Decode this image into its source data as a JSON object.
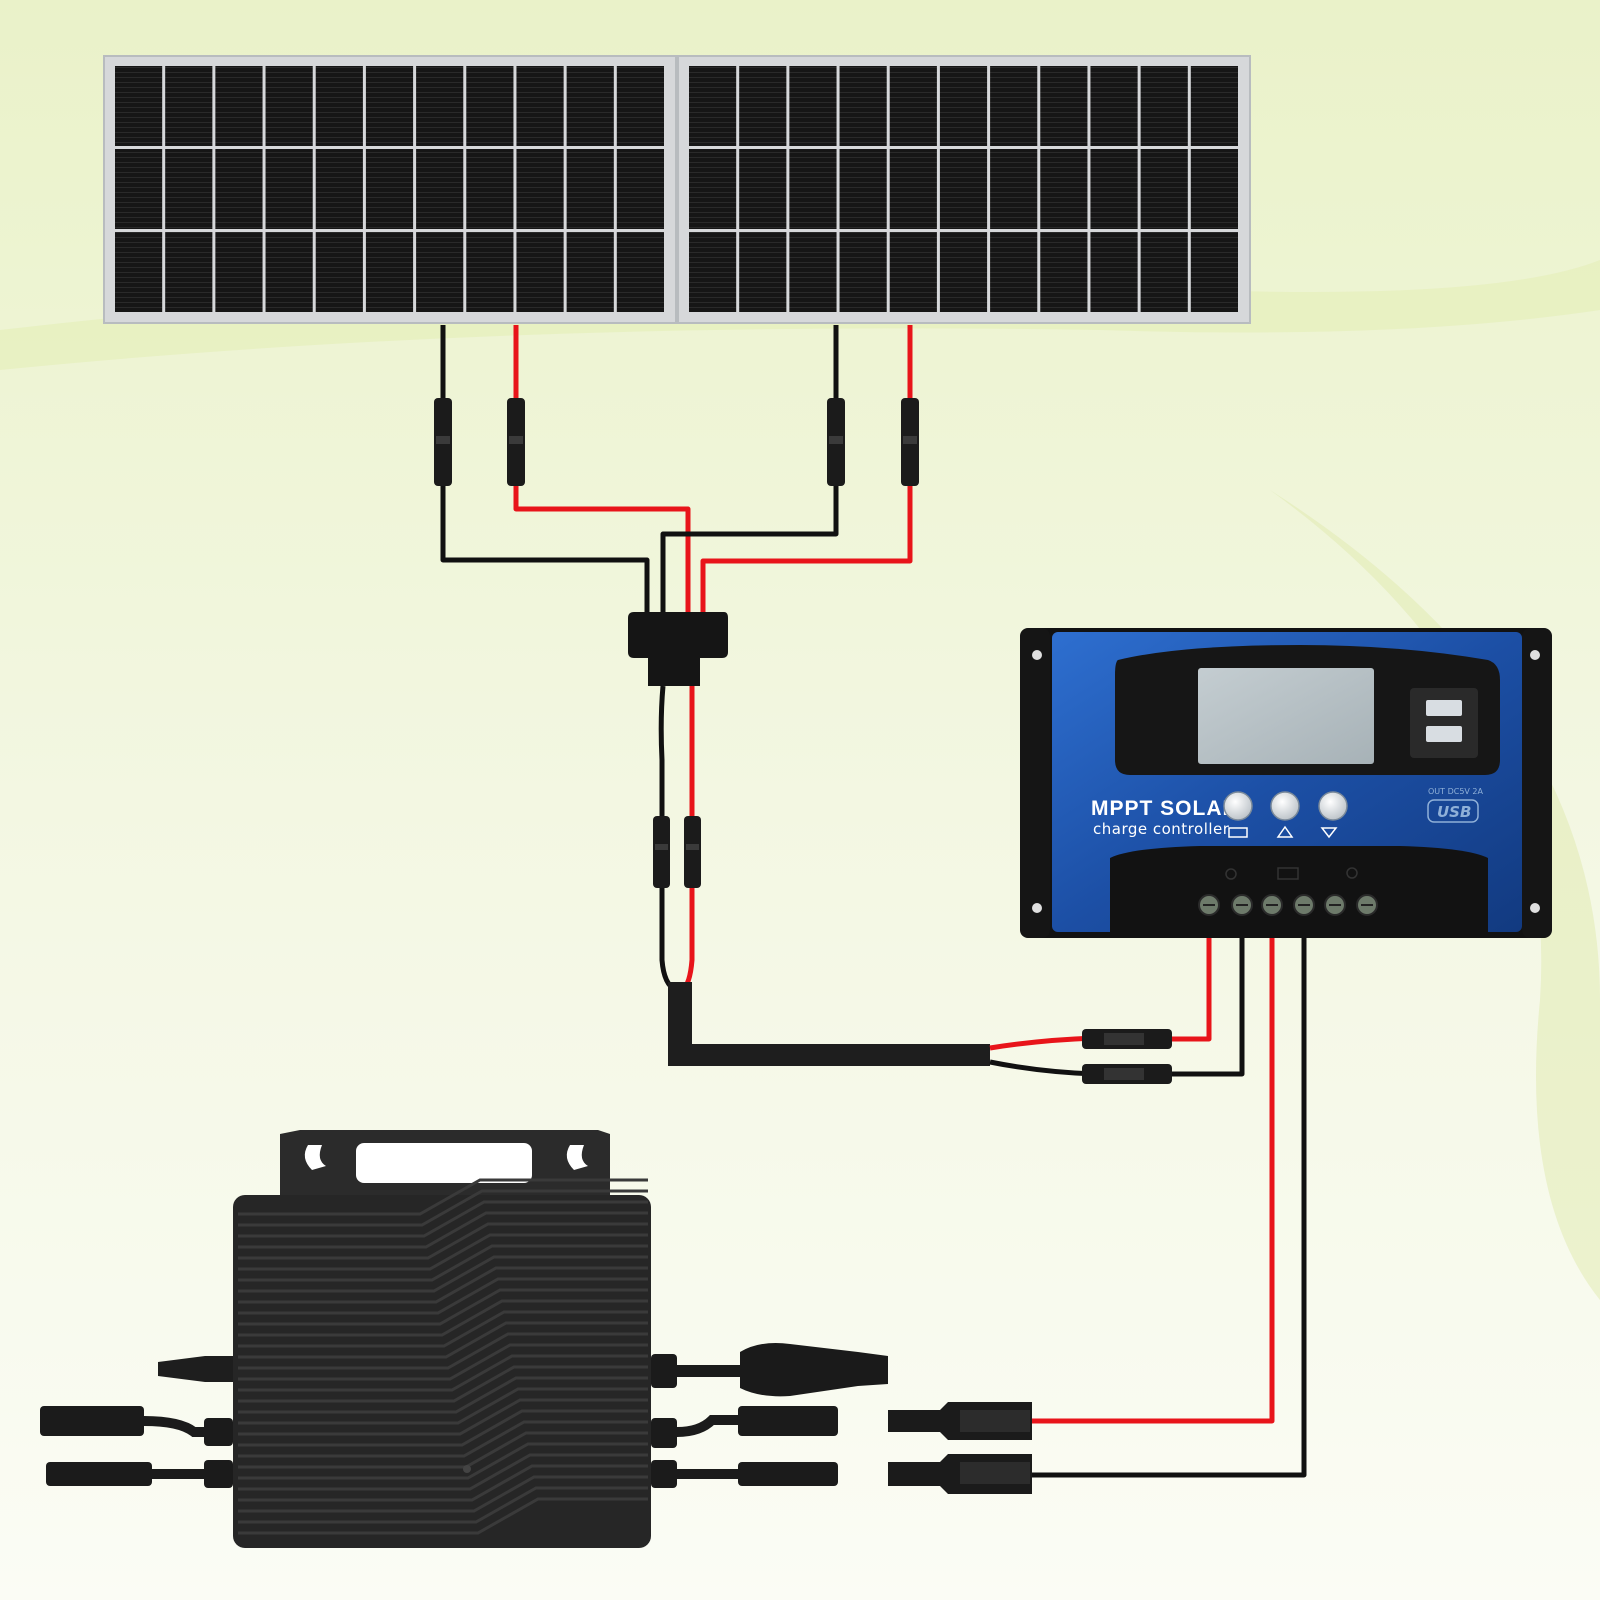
{
  "controller": {
    "title": "MPPT SOLAR",
    "subtitle": "charge controller",
    "usb_rating": "OUT DC5V 2A",
    "usb_logo": "USB",
    "buttons": [
      "menu-button",
      "up-button",
      "down-button"
    ]
  },
  "colors": {
    "background_light": "#f6f9e9",
    "background_green": "#e7f0c4",
    "wire_positive": "#e8141a",
    "wire_negative": "#111111",
    "controller_body": "#1d4f9c",
    "controller_dark": "#1a1a1a",
    "lcd": "#b9c3c8",
    "panel_cell": "#1a1a1a",
    "panel_frame": "#d6d8da",
    "inverter_body": "#2a2a2a"
  },
  "components": [
    "solar-panel-left",
    "solar-panel-right",
    "y-branch-connector",
    "mppt-charge-controller",
    "micro-inverter"
  ]
}
